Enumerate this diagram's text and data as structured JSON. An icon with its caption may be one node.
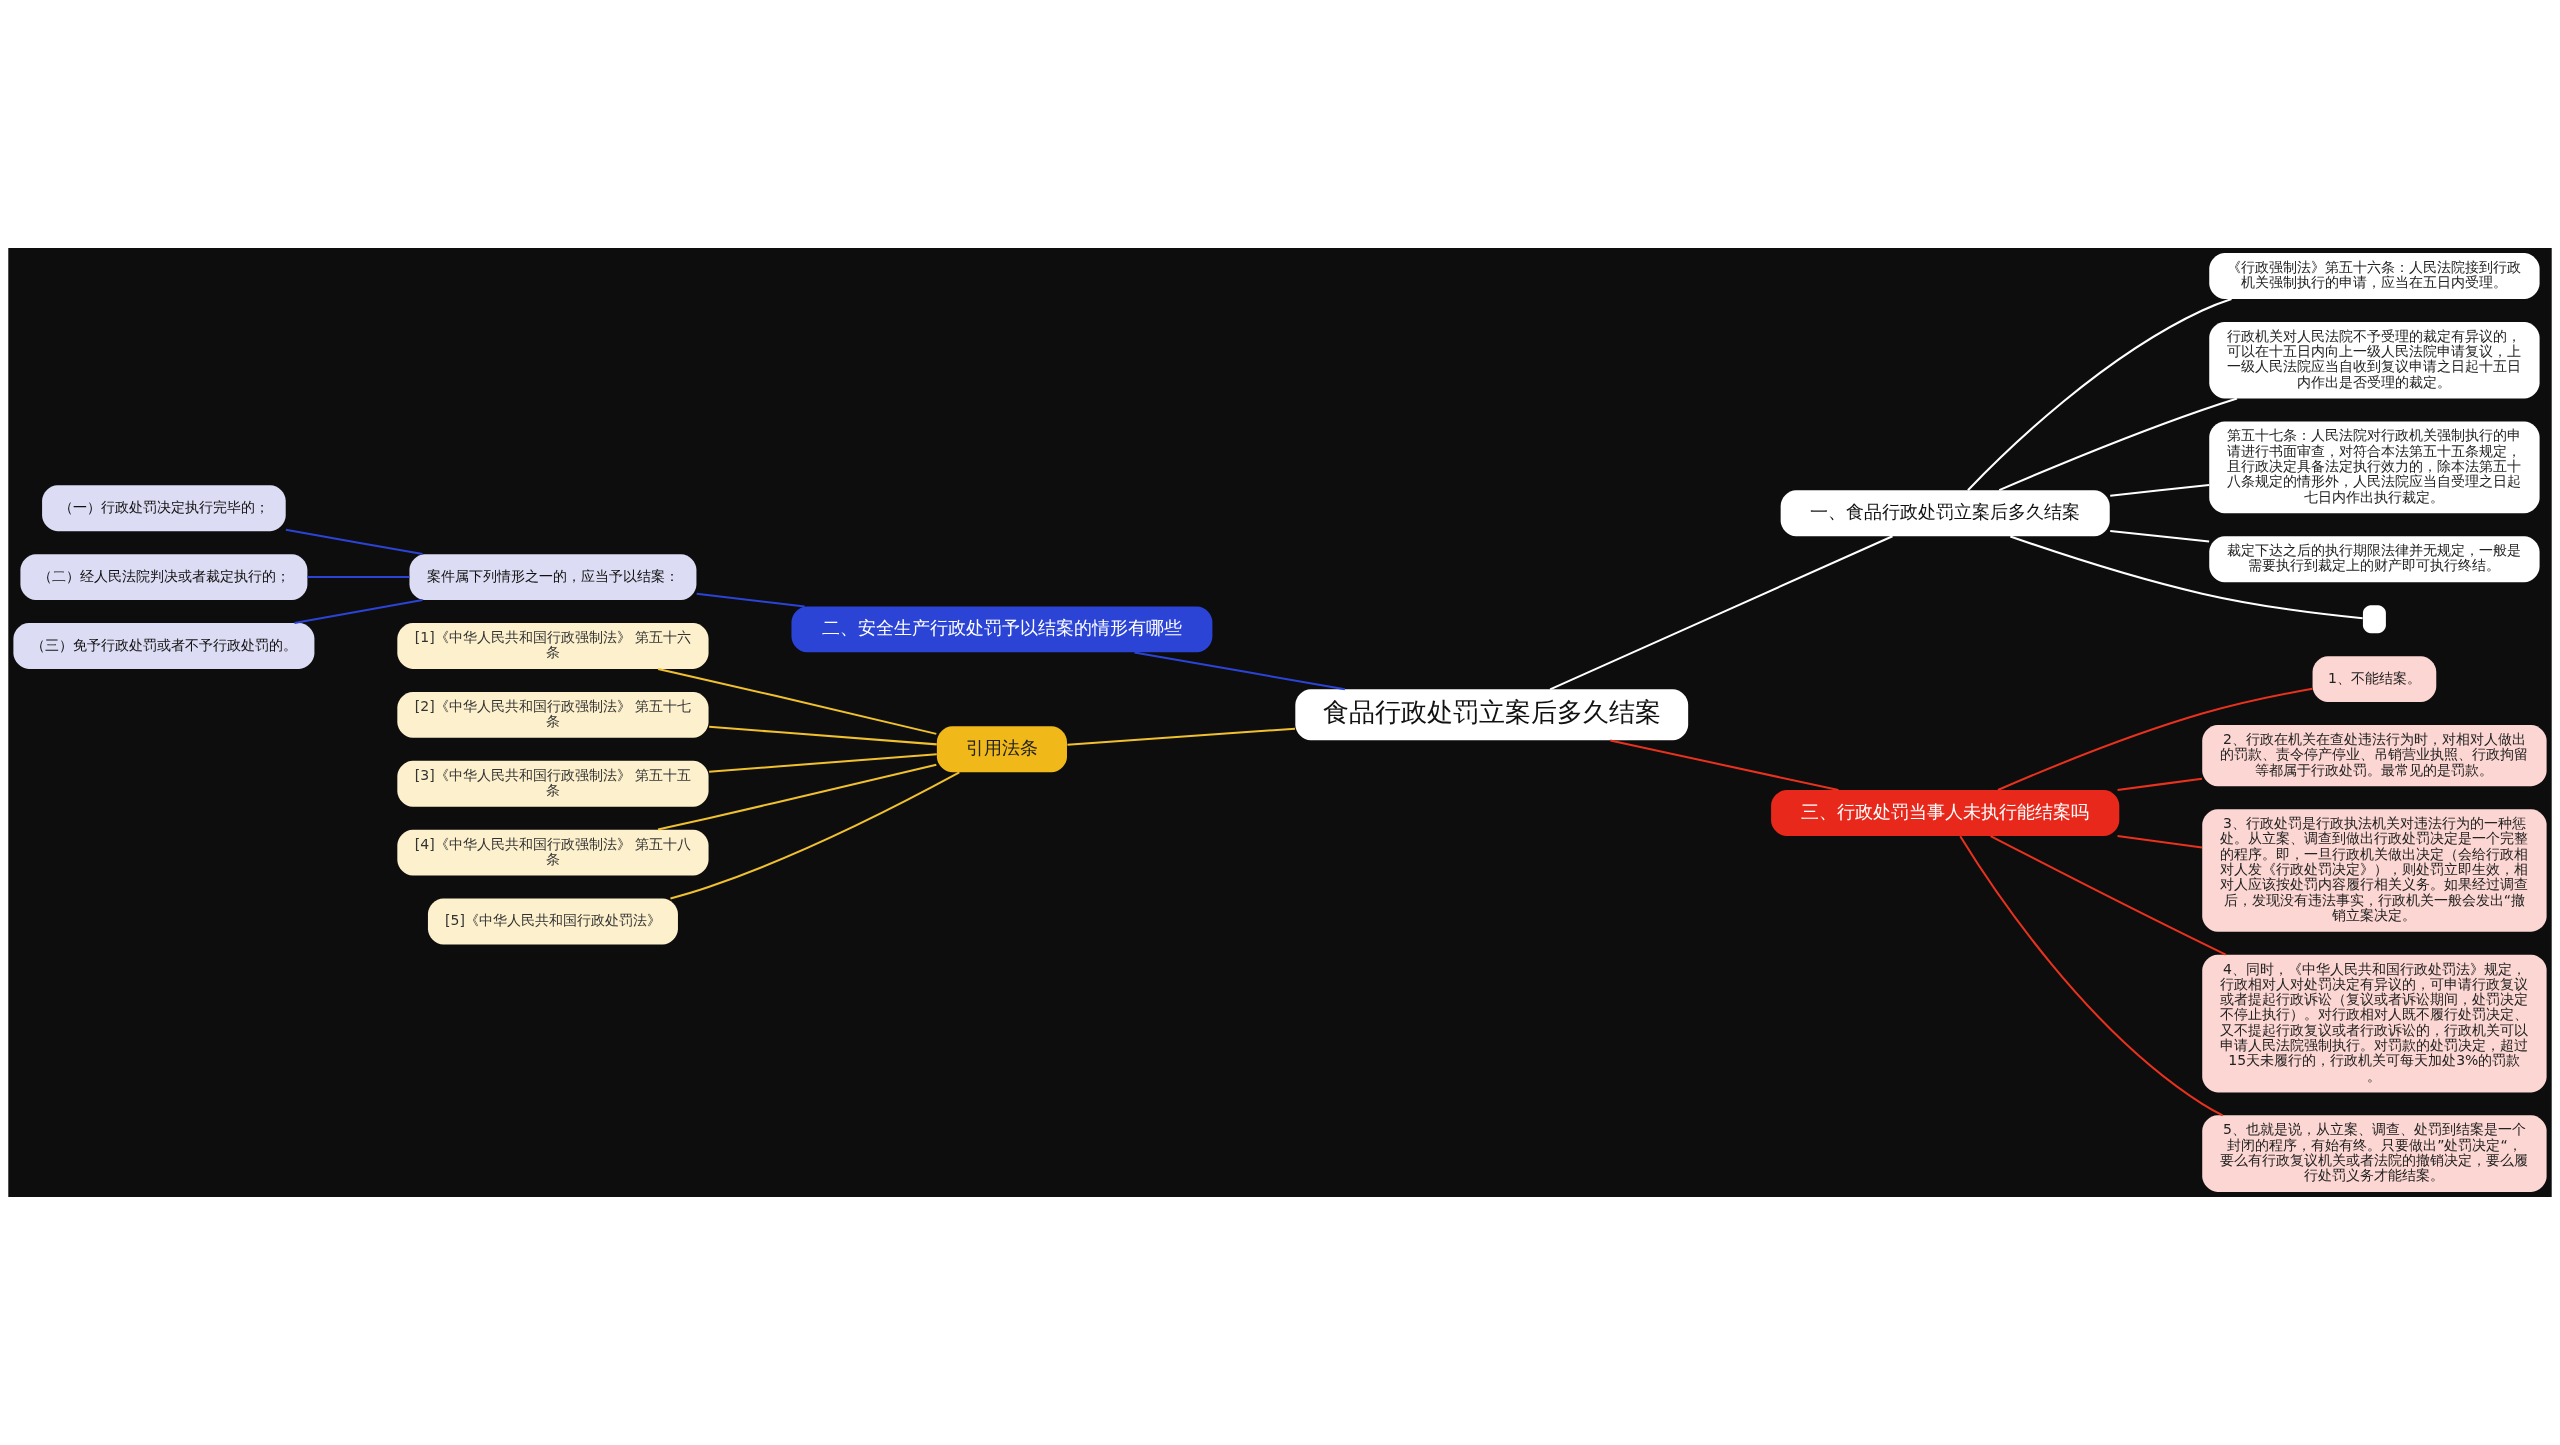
{
  "diagram": {
    "nodes": [
      {
        "text": [
          "食品行政处罚立案后多久结案"
        ]
      },
      {
        "text": [
          "一、食品行政处罚立案后多久结案"
        ]
      },
      {
        "text": [
          "《行政强制法》第五十六条：人民法院接到行政机关强制执行的申请，应当在五日内受理。"
        ]
      },
      {
        "text": [
          "行政机关对人民法院不予受理的裁定有异议的，可以在十五日内向上一级人民法院申请复议，上一级人民法院应当自收到复议申请之日起十五日内作出是否受理的裁定。"
        ]
      },
      {
        "text": [
          "第五十七条：人民法院对行政机关强制执行的申请进行书面审查，对符合本法第五十五条规定，且行政决定具备法定执行效力的，除本法第五十八条规定的情形外，人民法院应当自受理之日起七日内作出执行裁定。"
        ]
      },
      {
        "text": [
          "裁定下达之后的执行期限法律并无规定，一般是需要执行到裁定上的财产即可执行终结。"
        ]
      },
      {
        "text": [],
        "shape": "box"
      },
      {
        "text": [
          "二、安全生产行政处罚予以结案的情形有哪些"
        ]
      },
      {
        "text": [
          "案件属下列情形之一的，应当予以结案："
        ]
      },
      {
        "text": [
          "（一）行政处罚决定执行完毕的；"
        ]
      },
      {
        "text": [
          "（二）经人民法院判决或者裁定执行的；"
        ]
      },
      {
        "text": [
          "（三）免予行政处罚或者不予行政处罚的。"
        ]
      },
      {
        "text": [
          "引用法条"
        ]
      },
      {
        "text": [
          "[1]《中华人民共和国行政强制法》 第五十六条"
        ]
      },
      {
        "text": [
          "[2]《中华人民共和国行政强制法》 第五十七条"
        ]
      },
      {
        "text": [
          "[3]《中华人民共和国行政强制法》 第五十五条"
        ]
      },
      {
        "text": [
          "[4]《中华人民共和国行政强制法》 第五十八条"
        ]
      },
      {
        "text": [
          "[5]《中华人民共和国行政处罚法》"
        ]
      },
      {
        "text": [
          "三、行政处罚当事人未执行能结案吗"
        ]
      },
      {
        "text": [
          "1、不能结案。"
        ]
      },
      {
        "text": [
          "2、行政在机关在查处违法行为时，对相对人做出的罚款、责令停产停业、吊销营业执照、行政拘留等都属于行政处罚。最常见的是罚款。"
        ]
      },
      {
        "text": [
          "3、行政处罚是行政执法机关对违法行为的一种惩处。从立案、调查到做出行政处罚决定是一个完整的程序。即，一旦行政机关做出决定（会给行政相对人发《行政处罚决定》），则处罚立即生效，相对人应该按处罚内容履行相关义务。如果经过调查后，发现没有违法事实，行政机关一般会发出“撤销立案决定。"
        ]
      },
      {
        "text": [
          "4、同时，《中华人民共和国行政处罚法》规定，行政相对人对处罚决定有异议的，可申请行政复议或者提起行政诉讼（复议或者诉讼期间，处罚决定不停止执行）。对行政相对人既不履行处罚决定、又不提起行政复议或者行政诉讼的，行政机关可以申请人民法院强制执行。对罚款的处罚决定，超过15天未履行的，行政机关可每天加处3%的罚款。"
        ]
      },
      {
        "text": [
          "5、也就是说，从立案、调查、处罚到结案是一个封闭的程序，有始有终。只要做出”处罚决定“，要么有行政复议机关或者法院的撤销决定，要么履行处罚义务才能结案。"
        ]
      }
    ],
    "edges": [
      {
        "from": 0,
        "to": 1,
        "arrow": "none",
        "color": "#ffffff"
      },
      {
        "from": 1,
        "to": 2,
        "arrow": "none",
        "color": "#ffffff"
      },
      {
        "from": 1,
        "to": 3,
        "arrow": "none",
        "color": "#ffffff"
      },
      {
        "from": 1,
        "to": 4,
        "arrow": "none",
        "color": "#ffffff"
      },
      {
        "from": 1,
        "to": 5,
        "arrow": "none",
        "color": "#ffffff"
      },
      {
        "from": 1,
        "to": 6,
        "arrow": "none",
        "color": "#ffffff"
      },
      {
        "from": 0,
        "to": 7,
        "arrow": "none",
        "color": "#2b44d6"
      },
      {
        "from": 7,
        "to": 8,
        "arrow": "none",
        "color": "#2b44d6"
      },
      {
        "from": 8,
        "to": 9,
        "arrow": "none",
        "color": "#2b44d6"
      },
      {
        "from": 8,
        "to": 10,
        "arrow": "none",
        "color": "#2b44d6"
      },
      {
        "from": 8,
        "to": 11,
        "arrow": "none",
        "color": "#2b44d6"
      },
      {
        "from": 0,
        "to": 12,
        "arrow": "none",
        "color": "#f0c030"
      },
      {
        "from": 12,
        "to": 13,
        "arrow": "none",
        "color": "#f0c030"
      },
      {
        "from": 12,
        "to": 14,
        "arrow": "none",
        "color": "#f0c030"
      },
      {
        "from": 12,
        "to": 15,
        "arrow": "none",
        "color": "#f0c030"
      },
      {
        "from": 12,
        "to": 16,
        "arrow": "none",
        "color": "#f0c030"
      },
      {
        "from": 12,
        "to": 17,
        "arrow": "none",
        "color": "#f0c030"
      },
      {
        "from": 0,
        "to": 18,
        "arrow": "none",
        "color": "#e8321e"
      },
      {
        "from": 18,
        "to": 19,
        "arrow": "none",
        "color": "#e8321e"
      },
      {
        "from": 18,
        "to": 20,
        "arrow": "none",
        "color": "#e8321e"
      },
      {
        "from": 18,
        "to": 21,
        "arrow": "none",
        "color": "#e8321e"
      },
      {
        "from": 18,
        "to": 22,
        "arrow": "none",
        "color": "#e8321e"
      },
      {
        "from": 18,
        "to": 23,
        "arrow": "none",
        "color": "#e8321e"
      }
    ]
  }
}
